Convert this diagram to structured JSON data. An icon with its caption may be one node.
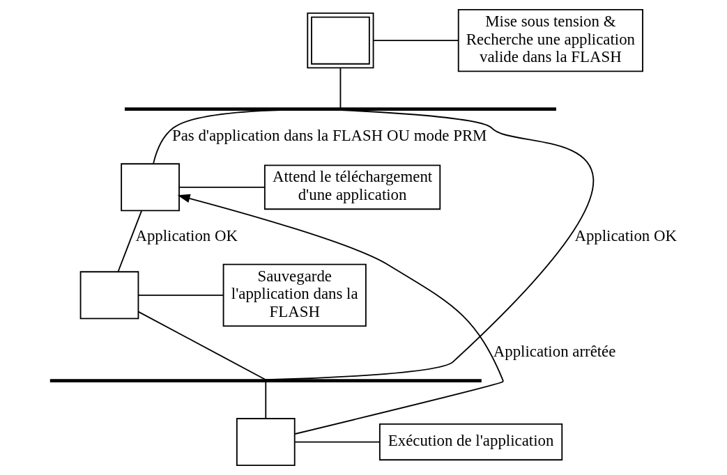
{
  "diagram": {
    "nodes": [
      {
        "text": [],
        "shape": "box"
      },
      {
        "text": [
          "Mise sous tension & Recherche une application valide dans la FLASH"
        ]
      },
      {
        "text": [],
        "shape": "bar"
      },
      {
        "text": [],
        "shape": "box"
      },
      {
        "text": [
          "Attend le téléchargement d'une application"
        ]
      },
      {
        "text": [],
        "shape": "box"
      },
      {
        "text": [
          "Sauvegarde l'application dans la FLASH"
        ]
      },
      {
        "text": [],
        "shape": "bar"
      },
      {
        "text": [],
        "shape": "box"
      },
      {
        "text": [
          "Exécution de l'application"
        ]
      }
    ],
    "edges": [
      {
        "from": 0,
        "to": 1,
        "arrow": "none"
      },
      {
        "from": 0,
        "to": 2,
        "arrow": "none"
      },
      {
        "from": 2,
        "to": 3,
        "arrow": "none",
        "label": "Pas d'application dans la FLASH OU mode PRM"
      },
      {
        "from": 2,
        "to": 7,
        "arrow": "none",
        "label": "Application OK"
      },
      {
        "from": 3,
        "to": 4,
        "arrow": "none"
      },
      {
        "from": 3,
        "to": 5,
        "arrow": "none",
        "label": "Application OK"
      },
      {
        "from": 5,
        "to": 6,
        "arrow": "none"
      },
      {
        "from": 5,
        "to": 7,
        "arrow": "none"
      },
      {
        "from": 7,
        "to": 8,
        "arrow": "none"
      },
      {
        "from": 8,
        "to": 9,
        "arrow": "none"
      },
      {
        "from": 8,
        "to": 3,
        "arrow": "to",
        "label": "Application arrêtée"
      }
    ]
  }
}
